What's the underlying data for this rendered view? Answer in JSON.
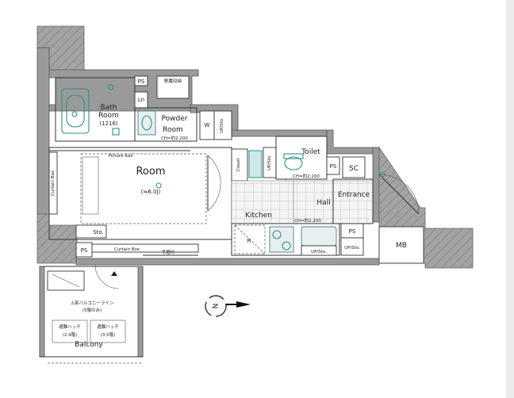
{
  "rooms": {
    "bath_room": "Bath\nRoom",
    "bath_size": "(1216)",
    "powder_room": "Powder\nRoom",
    "room": "Room",
    "room_size": "(≒6.0J)",
    "toilet": "Toilet",
    "entrance": "Entrance",
    "hall": "Hall",
    "kitchen": "Kitchen",
    "balcony": "Balcony",
    "mb": "MB"
  },
  "labels": {
    "ps_top": "PS",
    "ps_left": "PS",
    "ps_toilet": "PS",
    "ps_right": "PS",
    "storage_top": "靴履収納",
    "ln": "Ln",
    "w": "W",
    "up_sto_powder": "UP/Sto.",
    "ch_powder": "CH=約2,200",
    "picture_rail": "Picture Rail",
    "curtain_box_side": "Curtain Box",
    "curtain_box_bottom": "Curtain Box",
    "handrail": "手摺付",
    "closet": "Closet",
    "up_sto_toilet": "UP/Sto.",
    "ch_toilet": "CH=約2,200",
    "sc": "SC",
    "ch_kitchen": "CH=約2,200",
    "up_sto_kitchen": "UP/Sto.",
    "up_sto_right": "UP/Sto.",
    "sto": "Sto.",
    "r": "R",
    "balcony_line": "上部バルコニーライン",
    "balcony_line_sub": "(5階のみ)",
    "hatch_1": "避難ハッチ",
    "hatch_1_sub": "(2,4階)",
    "hatch_2": "避難ハッチ",
    "hatch_2_sub": "(3,5階)",
    "compass_n": "N"
  },
  "colors": {
    "wall": "#9a9a9a",
    "fixture_stroke": "#2f8f8f",
    "line": "#333333"
  }
}
